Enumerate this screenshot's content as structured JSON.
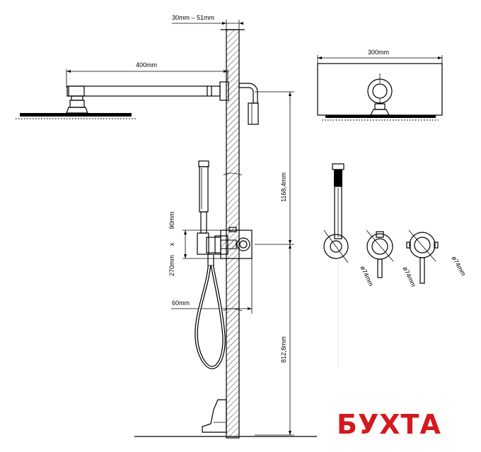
{
  "dimensions": {
    "wall_thickness": "30mm – 51mm",
    "arm_length": "400mm",
    "head_width": "300mm",
    "height_upper": "1168,4mm",
    "height_lower": "812,8mm",
    "box_height": "90mm",
    "box_x": "x",
    "box_width": "270mm",
    "depth": "60mm",
    "diameter_1": "ø74mm",
    "diameter_2": "ø74mm",
    "diameter_3": "ø74mm"
  },
  "watermark": {
    "text": "БУХТА",
    "color": "#d21a1f"
  }
}
